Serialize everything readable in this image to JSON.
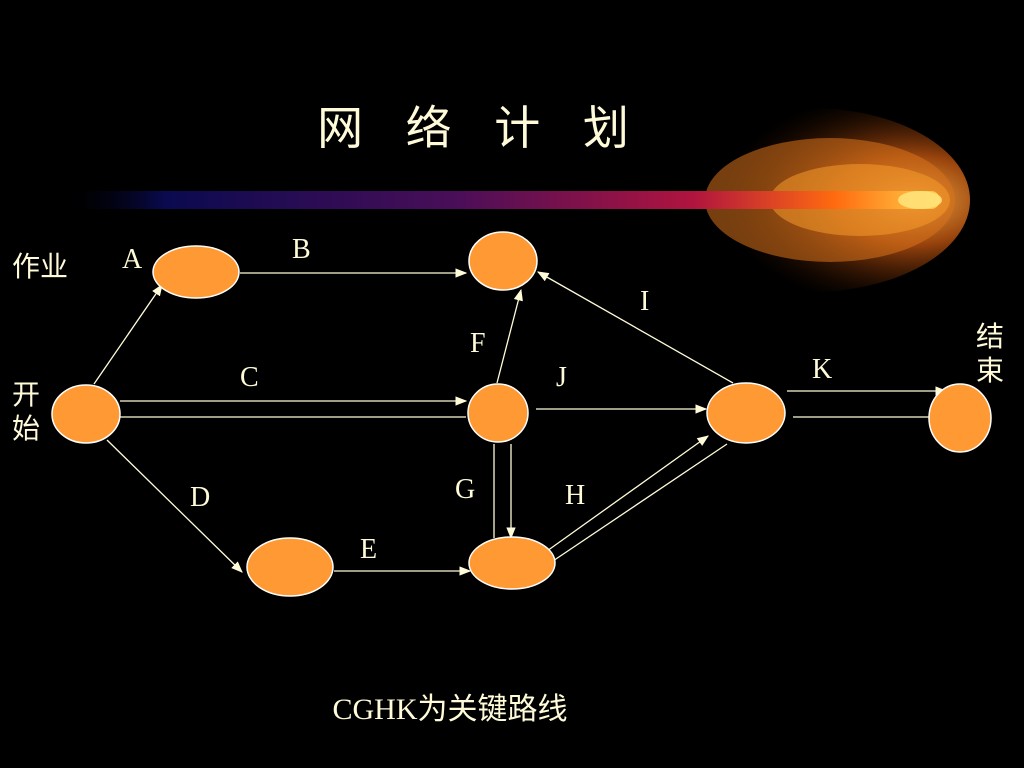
{
  "slide": {
    "title": "网 络 计 划",
    "side_label_activity": "作业",
    "side_label_start": "开始",
    "side_label_end": "结束",
    "footer": "CGHK为关键路线"
  },
  "diagram": {
    "activities": [
      {
        "id": "A",
        "from": "start",
        "to": "n1",
        "label": "A"
      },
      {
        "id": "B",
        "from": "n1",
        "to": "n2",
        "label": "B"
      },
      {
        "id": "C",
        "from": "start",
        "to": "n3",
        "label": "C"
      },
      {
        "id": "D",
        "from": "start",
        "to": "n4",
        "label": "D"
      },
      {
        "id": "E",
        "from": "n4",
        "to": "n5",
        "label": "E"
      },
      {
        "id": "F",
        "from": "n3",
        "to": "n2",
        "label": "F"
      },
      {
        "id": "G",
        "from": "n3",
        "to": "n5",
        "label": "G"
      },
      {
        "id": "H",
        "from": "n5",
        "to": "n6",
        "label": "H"
      },
      {
        "id": "I",
        "from": "n6",
        "to": "n2",
        "label": "I"
      },
      {
        "id": "J",
        "from": "n3",
        "to": "n6",
        "label": "J"
      },
      {
        "id": "K",
        "from": "n6",
        "to": "end",
        "label": "K"
      }
    ],
    "critical_path": [
      "C",
      "G",
      "H",
      "K"
    ]
  },
  "colors": {
    "background": "#000000",
    "node_fill": "#ff9933",
    "node_stroke": "#ffffff",
    "edge": "#fffbd8",
    "text": "#fffbd8"
  }
}
